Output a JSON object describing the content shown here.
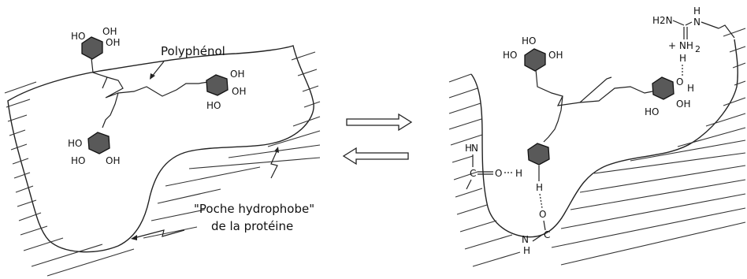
{
  "labels": {
    "polyphenol": "Polyphénol",
    "pocket_line1": "\"Poche hydrophobe\"",
    "pocket_line2": "de la protéine"
  },
  "left_hydroxyls": {
    "top_ring_1": "HO",
    "top_ring_2": "OH",
    "top_ring_3": "OH",
    "right_ring_1": "OH",
    "right_ring_2": "OH",
    "right_ring_3": "HO",
    "bottom_ring_1": "HO",
    "bottom_ring_2": "HO",
    "bottom_ring_3": "OH"
  },
  "right_groups": {
    "top_ring_1": "HO",
    "top_ring_2": "HO",
    "top_ring_3": "OH",
    "h2n": "H2N",
    "nh_top": "H",
    "n_top": "N",
    "nh2_plus": "+ NH",
    "nh2_sub": "2",
    "nh_h": "H",
    "ring_o": "O",
    "ring_h": "H",
    "ring_oh": "OH",
    "ring_ho": "HO",
    "amide_h": "H",
    "amide_n": "N",
    "amide_c": "C",
    "amide_o": "O",
    "amide_hbond_h": "H",
    "lower_h": "H",
    "lower_o": "O",
    "lower_c": "C",
    "lower_n": "N",
    "lower_h2": "H"
  },
  "colors": {
    "ring_fill": "#595959",
    "line": "#222222",
    "background": "#ffffff"
  }
}
